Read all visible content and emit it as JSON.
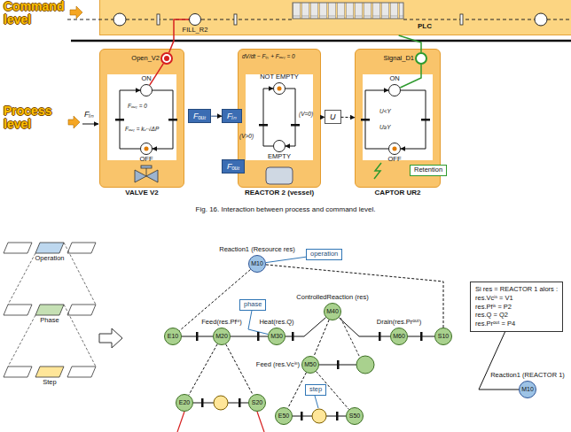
{
  "diagram": {
    "caption": "Fig. 16. Interaction between process and command level.",
    "nodes": [
      {
        "text": [
          "PLC"
        ]
      },
      {
        "text": [
          "FILL_R2"
        ],
        "in": 0
      },
      {
        "text": [
          "VALVE V2"
        ]
      },
      {
        "text": [
          "Open_V2"
        ],
        "in": 2
      },
      {
        "text": [
          "ON"
        ],
        "in": 2
      },
      {
        "text": [
          "OFF"
        ],
        "in": 2
      },
      {
        "text": [
          "Fₒᵤₜ"
        ]
      },
      {
        "text": [
          "REACTOR 2 (vessel)"
        ]
      },
      {
        "text": [
          "Fᵢₙ"
        ]
      },
      {
        "text": [
          "NOT EMPTY"
        ],
        "in": 7
      },
      {
        "text": [
          "EMPTY"
        ],
        "in": 7
      },
      {
        "text": [
          "Fₒᵤₜ"
        ]
      },
      {
        "text": [
          "U"
        ]
      },
      {
        "text": [
          "CAPTOR UR2"
        ]
      },
      {
        "text": [
          "Signal_D1"
        ],
        "in": 13
      },
      {
        "text": [
          "ON"
        ],
        "in": 13
      },
      {
        "text": [
          "OFF"
        ],
        "in": 13
      },
      {
        "text": [
          "Retention"
        ],
        "in": 13
      },
      {
        "text": [
          "Operation"
        ]
      },
      {
        "text": [
          "Phase"
        ]
      },
      {
        "text": [
          "Step"
        ]
      },
      {
        "text": [
          "Reaction1 (Resource res)",
          "M10"
        ]
      },
      {
        "text": [
          "operation"
        ]
      },
      {
        "text": [
          "E10"
        ]
      },
      {
        "text": [
          "Feed(res.Pfⁱⁿ)",
          "M20"
        ]
      },
      {
        "text": [
          "Heat(res.Q)",
          "M30"
        ]
      },
      {
        "text": [
          "ControlledReaction (res)",
          "M40"
        ]
      },
      {
        "text": [
          "phase"
        ]
      },
      {
        "text": [
          "Feed (res.Vcⁱⁿ)",
          "M50"
        ]
      },
      {
        "text": [
          "Drain(res.Prᵒᵘᵗ)",
          "M60"
        ]
      },
      {
        "text": [
          "S10"
        ]
      },
      {
        "text": [
          "E20"
        ]
      },
      {
        "text": [
          "S20"
        ]
      },
      {
        "text": [
          "E50"
        ]
      },
      {
        "text": [
          "S50"
        ]
      },
      {
        "text": [
          "step"
        ]
      },
      {
        "text": [
          "Reaction1 (REACTOR 1)",
          "M10"
        ]
      },
      {
        "text": [
          "Si res = REACTOR 1 alors :",
          "res.Vcⁱⁿ = V1",
          "res.Pfⁱⁿ = P2",
          "res.Q = Q2",
          "res.Prᵒᵘᵗ = P4"
        ]
      }
    ],
    "edges": [
      {
        "from": 1,
        "to": 3,
        "arrow": "none"
      },
      {
        "from": 0,
        "to": 14,
        "arrow": "none"
      },
      {
        "from": 3,
        "to": 4,
        "arrow": "none"
      },
      {
        "from": 4,
        "to": 5,
        "arrow": "to"
      },
      {
        "from": 5,
        "to": 4,
        "arrow": "to"
      },
      {
        "from": 6,
        "to": 8,
        "arrow": "to"
      },
      {
        "from": 9,
        "to": 10,
        "arrow": "to"
      },
      {
        "from": 10,
        "to": 9,
        "arrow": "to"
      },
      {
        "from": 7,
        "to": 12,
        "arrow": "to"
      },
      {
        "from": 12,
        "to": 13,
        "arrow": "to"
      },
      {
        "from": 14,
        "to": 15,
        "arrow": "none"
      },
      {
        "from": 15,
        "to": 16,
        "arrow": "to"
      },
      {
        "from": 16,
        "to": 15,
        "arrow": "to"
      },
      {
        "from": 22,
        "to": 21,
        "arrow": "none"
      },
      {
        "from": 21,
        "to": 23,
        "arrow": "none"
      },
      {
        "from": 21,
        "to": 30,
        "arrow": "none"
      },
      {
        "from": 23,
        "to": 24,
        "arrow": "none"
      },
      {
        "from": 24,
        "to": 25,
        "arrow": "none"
      },
      {
        "from": 25,
        "to": 26,
        "arrow": "none"
      },
      {
        "from": 26,
        "to": 29,
        "arrow": "none"
      },
      {
        "from": 29,
        "to": 30,
        "arrow": "none"
      },
      {
        "from": 27,
        "to": 25,
        "arrow": "none"
      },
      {
        "from": 26,
        "to": 28,
        "arrow": "none"
      },
      {
        "from": 24,
        "to": 31,
        "arrow": "none"
      },
      {
        "from": 24,
        "to": 32,
        "arrow": "none"
      },
      {
        "from": 31,
        "to": 32,
        "arrow": "none"
      },
      {
        "from": 28,
        "to": 33,
        "arrow": "none"
      },
      {
        "from": 28,
        "to": 34,
        "arrow": "none"
      },
      {
        "from": 33,
        "to": 34,
        "arrow": "none"
      },
      {
        "from": 36,
        "to": 37,
        "arrow": "none"
      }
    ],
    "labels": [
      "Command level",
      "Process level",
      "Fᵢₙ",
      "Fₒᵤₜ = 0",
      "Fₒᵤₜ = kᵥ·√ΔP",
      "dV/dt − Fᵢₙ + Fₒᵤₜ = 0",
      "(V>0)",
      "(V=0)",
      "U<Y",
      "U≥Y"
    ]
  }
}
